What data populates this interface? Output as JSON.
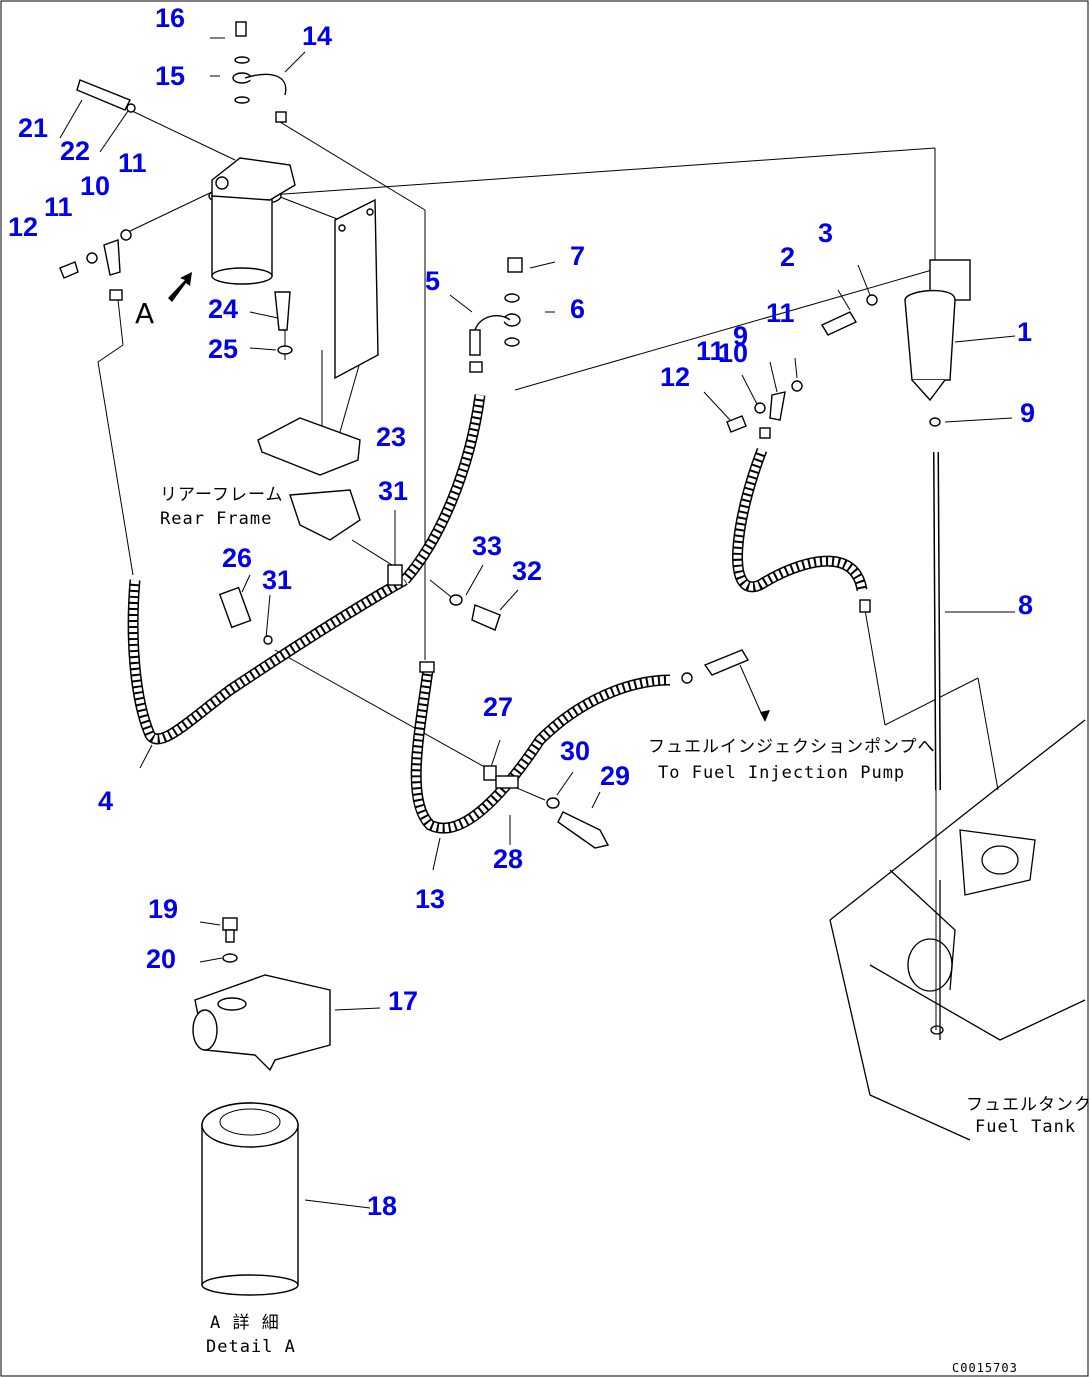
{
  "diagram": {
    "part_numbers": [
      "1",
      "2",
      "3",
      "4",
      "5",
      "6",
      "7",
      "8",
      "9",
      "10",
      "11",
      "12",
      "13",
      "14",
      "15",
      "16",
      "17",
      "18",
      "19",
      "20",
      "21",
      "22",
      "23",
      "24",
      "25",
      "26",
      "27",
      "28",
      "29",
      "30",
      "31",
      "32",
      "33"
    ],
    "labels": {
      "rear_frame_jp": "リアーフレーム",
      "rear_frame_en": "Rear Frame",
      "to_pump_jp": "フュエルインジェクションポンプへ",
      "to_pump_en": "To Fuel Injection Pump",
      "fuel_tank_jp": "フュエルタンク",
      "fuel_tank_en": "Fuel Tank",
      "detail_jp": "A 詳 細",
      "detail_en": "Detail A",
      "view_letter": "A",
      "drawing_code": "C0015703"
    }
  }
}
